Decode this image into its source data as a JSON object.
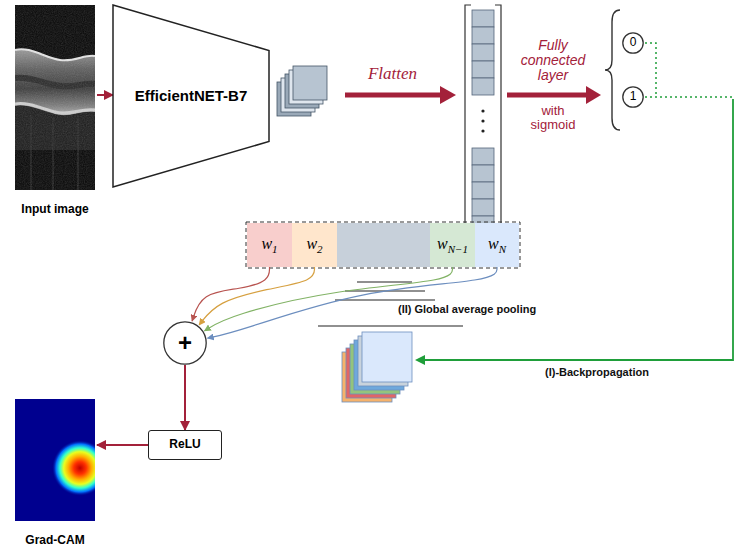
{
  "diagram": {
    "nodes": [
      {
        "text": [
          "Input image"
        ]
      },
      {
        "text": [
          "EfficientNET-B7"
        ]
      },
      {
        "text": [
          "0"
        ]
      },
      {
        "text": [
          "1"
        ]
      },
      {
        "text": [
          "w1"
        ]
      },
      {
        "text": [
          "w2"
        ]
      },
      {
        "text": [
          "wN−1"
        ]
      },
      {
        "text": [
          "wN"
        ]
      },
      {
        "text": [
          "+"
        ]
      },
      {
        "text": [
          "ReLU"
        ]
      },
      {
        "text": [
          "Grad-CAM"
        ]
      }
    ],
    "edges": [
      {
        "from": 0,
        "to": 1,
        "arrow": "to"
      },
      {
        "from": 4,
        "to": 8,
        "arrow": "to"
      },
      {
        "from": 5,
        "to": 8,
        "arrow": "to"
      },
      {
        "from": 6,
        "to": 8,
        "arrow": "to"
      },
      {
        "from": 7,
        "to": 8,
        "arrow": "to"
      },
      {
        "from": 8,
        "to": 9,
        "arrow": "to"
      },
      {
        "from": 9,
        "to": 10,
        "arrow": "to"
      }
    ],
    "labels": [
      "Flatten",
      "Fully connected layer",
      "with sigmoid",
      "(II) Global average pooling",
      "(I)-Backpropagation"
    ]
  }
}
